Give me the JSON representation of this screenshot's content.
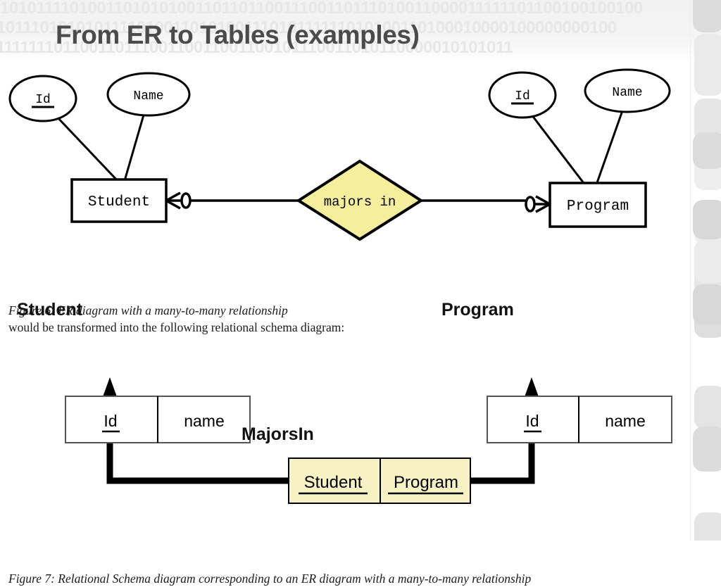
{
  "slide": {
    "title": "From ER to Tables (examples)",
    "title_color": "#4b4b4b",
    "background_binary": [
      "1010111101001101010100110110110011100110111010011000011111101100100100100",
      "01011101010101111010011010100111010111111010100110100010000100000000100",
      "11111110110011011100110011001100101110011010110000010101011"
    ]
  },
  "er_diagram": {
    "caption": "Figure 6: ER diagram with a many-to-many relationship",
    "followup_text": "would be transformed into the following relational schema diagram:",
    "entities": [
      {
        "name": "Student",
        "attributes": [
          {
            "label": "Id",
            "key": true
          },
          {
            "label": "Name",
            "key": false
          }
        ]
      },
      {
        "name": "Program",
        "attributes": [
          {
            "label": "Id",
            "key": true
          },
          {
            "label": "Name",
            "key": false
          }
        ]
      }
    ],
    "relationship": {
      "label": "majors in",
      "fill": "#F5EE9C",
      "stroke": "#000000",
      "cardinality_left": "zero-or-many",
      "cardinality_right": "zero-or-many"
    }
  },
  "relational_schema": {
    "caption": "Figure 7: Relational Schema diagram corresponding to an ER diagram with a many-to-many relationship",
    "tables": [
      {
        "name": "Student",
        "fill": "#FFFFFF",
        "columns": [
          {
            "label": "Id",
            "key": true
          },
          {
            "label": "name",
            "key": false
          }
        ]
      },
      {
        "name": "Program",
        "fill": "#FFFFFF",
        "columns": [
          {
            "label": "Id",
            "key": true
          },
          {
            "label": "name",
            "key": false
          }
        ]
      },
      {
        "name": "MajorsIn",
        "fill": "#F7F2C4",
        "columns": [
          {
            "label": "Student",
            "key": true
          },
          {
            "label": "Program",
            "key": true
          }
        ]
      }
    ],
    "foreign_keys": [
      {
        "from": "MajorsIn.Student",
        "to": "Student.Id"
      },
      {
        "from": "MajorsIn.Program",
        "to": "Program.Id"
      }
    ]
  },
  "decorations": {
    "strip_color_light": "#efefef",
    "strip_color_dark": "#dcdcdc"
  }
}
